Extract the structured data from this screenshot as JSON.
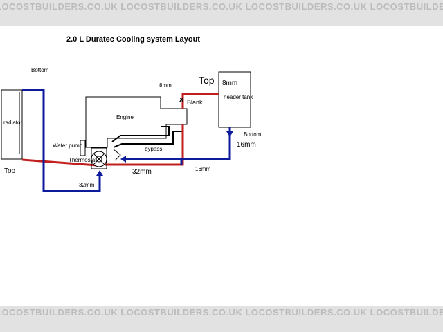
{
  "watermark": "LOCOSTBUILDERS.CO.UK",
  "title": "2.0 L Duratec Cooling system Layout",
  "labels": {
    "radiator": "radiator",
    "engine": "Engine",
    "water_pump": "Water pump",
    "thermostat": "Thermostat",
    "header_tank": "header tank",
    "blank": "Blank",
    "bypass": "bypass",
    "rad_bottom": "Bottom",
    "rad_top": "Top",
    "tank_top": "Top",
    "tank_bottom": "Bottom",
    "tank_8mm": "8mm",
    "pipe_8mm": "8mm",
    "pipe_16mm_right": "16mm",
    "pipe_16mm_mid": "16mm",
    "pipe_32mm_mid": "32mm",
    "pipe_32mm_low": "32mm",
    "blank_marker": "x"
  },
  "colors": {
    "hot_pipe": "#c21f1f",
    "cold_pipe": "#0c1a9c",
    "outline": "#000000",
    "banner_bg": "#e2e2e2",
    "banner_text": "#bcbcbc"
  }
}
